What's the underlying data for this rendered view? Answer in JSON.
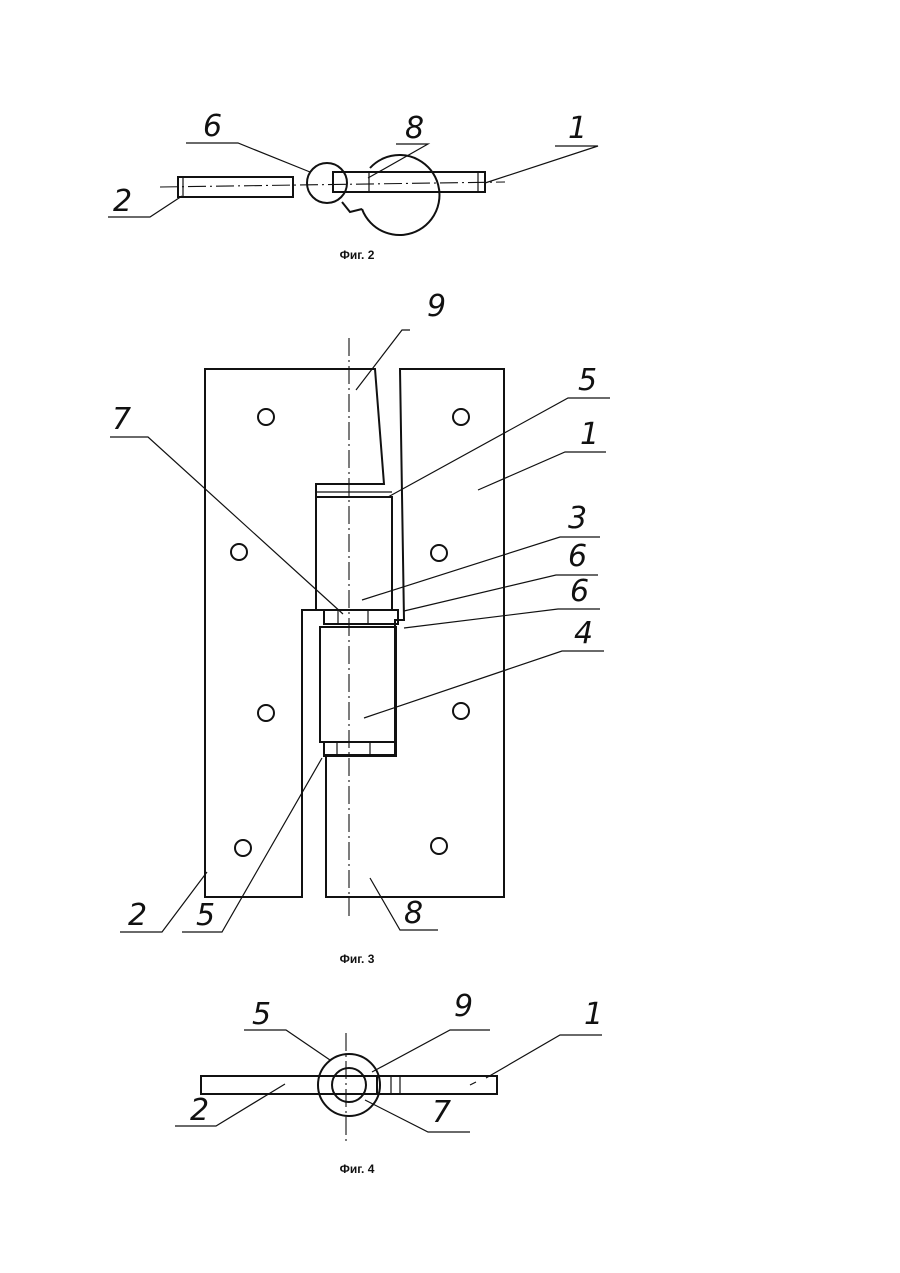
{
  "figures": [
    {
      "caption": "Фиг. 2",
      "labels": {
        "n6": "6",
        "n8": "8",
        "n1": "1",
        "n2": "2"
      }
    },
    {
      "caption": "Фиг. 3",
      "labels": {
        "n9": "9",
        "n5top": "5",
        "n1": "1",
        "n7": "7",
        "n3": "3",
        "n6a": "6",
        "n6b": "6",
        "n4": "4",
        "n2": "2",
        "n5bottom": "5",
        "n8": "8"
      }
    },
    {
      "caption": "Фиг. 4",
      "labels": {
        "n5": "5",
        "n9": "9",
        "n1": "1",
        "n2": "2",
        "n7": "7"
      }
    }
  ]
}
